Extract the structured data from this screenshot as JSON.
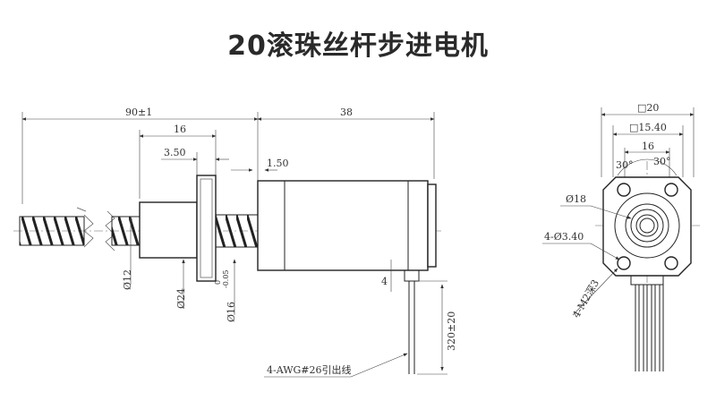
{
  "title": "20滚珠丝杆步进电机",
  "side_view": {
    "dim_total_length": "90±1",
    "dim_motor_length": "38",
    "dim_nut_length": "16",
    "dim_flange_thickness": "3.50",
    "dim_shaft_step": "1.50",
    "dim_screw_diameter": "Ø12",
    "dim_flange_diameter": "Ø24",
    "dim_nut_diameter": "Ø16",
    "dim_nut_tol_upper": "0",
    "dim_nut_tol_lower": "-0.05",
    "dim_tail": "4",
    "dim_lead_length": "320±20",
    "lead_wire_label": "4-AWG#26引出线"
  },
  "end_view": {
    "dim_square": "□20",
    "dim_hole_square": "□15.40",
    "dim_hole_spacing": "16",
    "angle_left": "30°",
    "angle_right": "30°",
    "dim_boss_diameter": "Ø18",
    "dim_holes": "4-Ø3.40",
    "dim_thread": "4-M2深3"
  }
}
